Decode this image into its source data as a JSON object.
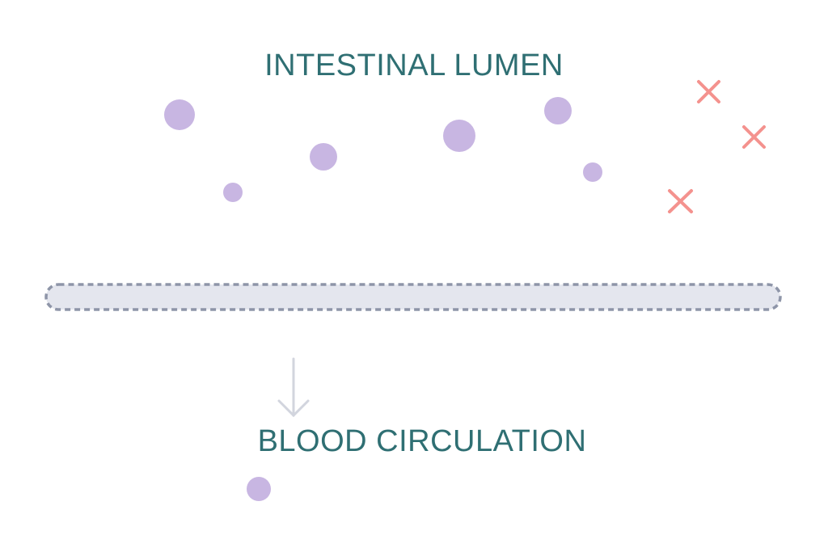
{
  "labels": {
    "lumen": "INTESTINAL LUMEN",
    "circulation": "BLOOD CIRCULATION"
  },
  "icons": {
    "absorbed_particle": "circle-icon",
    "blocked_particle": "cross-icon",
    "barrier": "dashed-membrane",
    "transport": "arrow-down-icon"
  },
  "colors": {
    "label_text": "#2f6f73",
    "particle": "#c8b6e2",
    "blocked_marker": "#f4928e",
    "barrier_fill": "#e4e6ee",
    "barrier_border": "#8e95a8",
    "arrow": "#d2d5de",
    "background": "#ffffff"
  }
}
